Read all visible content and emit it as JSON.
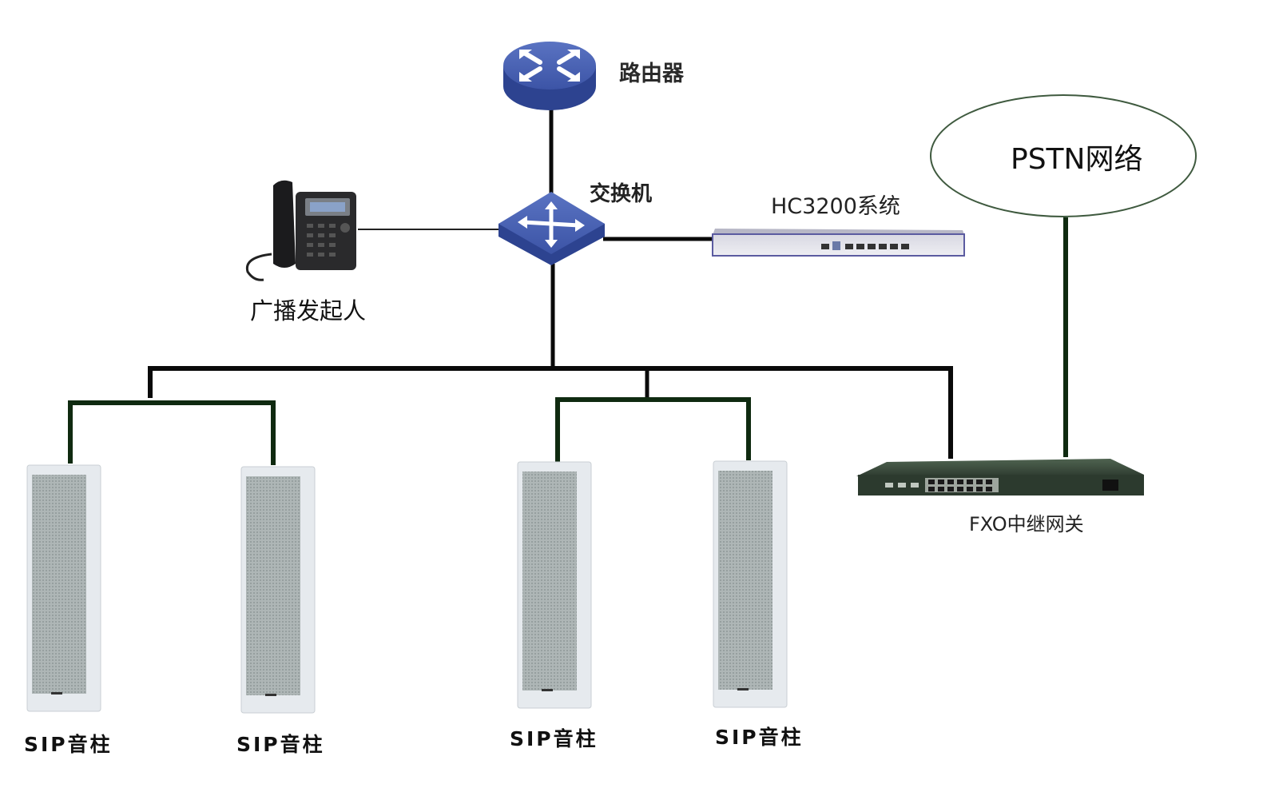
{
  "diagram": {
    "title": "SIP broadcast network topology",
    "nodes": {
      "router": {
        "label": "路由器",
        "icon": "router-icon",
        "color": "#3d57a8"
      },
      "switch": {
        "label": "交换机",
        "icon": "switch-icon",
        "color": "#3d57a8"
      },
      "hc_system": {
        "label": "HC3200系统",
        "icon": "rack-server-icon"
      },
      "phone": {
        "label": "广播发起人",
        "icon": "ip-phone-icon"
      },
      "pstn": {
        "label": "PSTN网络",
        "icon": "cloud-ellipse"
      },
      "fxo_gateway": {
        "label": "FXO中继网关",
        "icon": "gateway-icon"
      },
      "speakers": [
        {
          "label": "SIP音柱"
        },
        {
          "label": "SIP音柱"
        },
        {
          "label": "SIP音柱"
        },
        {
          "label": "SIP音柱"
        }
      ]
    },
    "edges": [
      [
        "router",
        "switch"
      ],
      [
        "switch",
        "phone"
      ],
      [
        "switch",
        "hc_system"
      ],
      [
        "switch",
        "bus"
      ],
      [
        "bus",
        "speaker-1"
      ],
      [
        "bus",
        "speaker-2"
      ],
      [
        "bus",
        "speaker-3"
      ],
      [
        "bus",
        "speaker-4"
      ],
      [
        "bus",
        "fxo_gateway"
      ],
      [
        "pstn",
        "fxo_gateway"
      ]
    ],
    "colors": {
      "line_black": "#0a0a0a",
      "line_green": "#0f2a10",
      "device_blue": "#3d57a8"
    }
  }
}
